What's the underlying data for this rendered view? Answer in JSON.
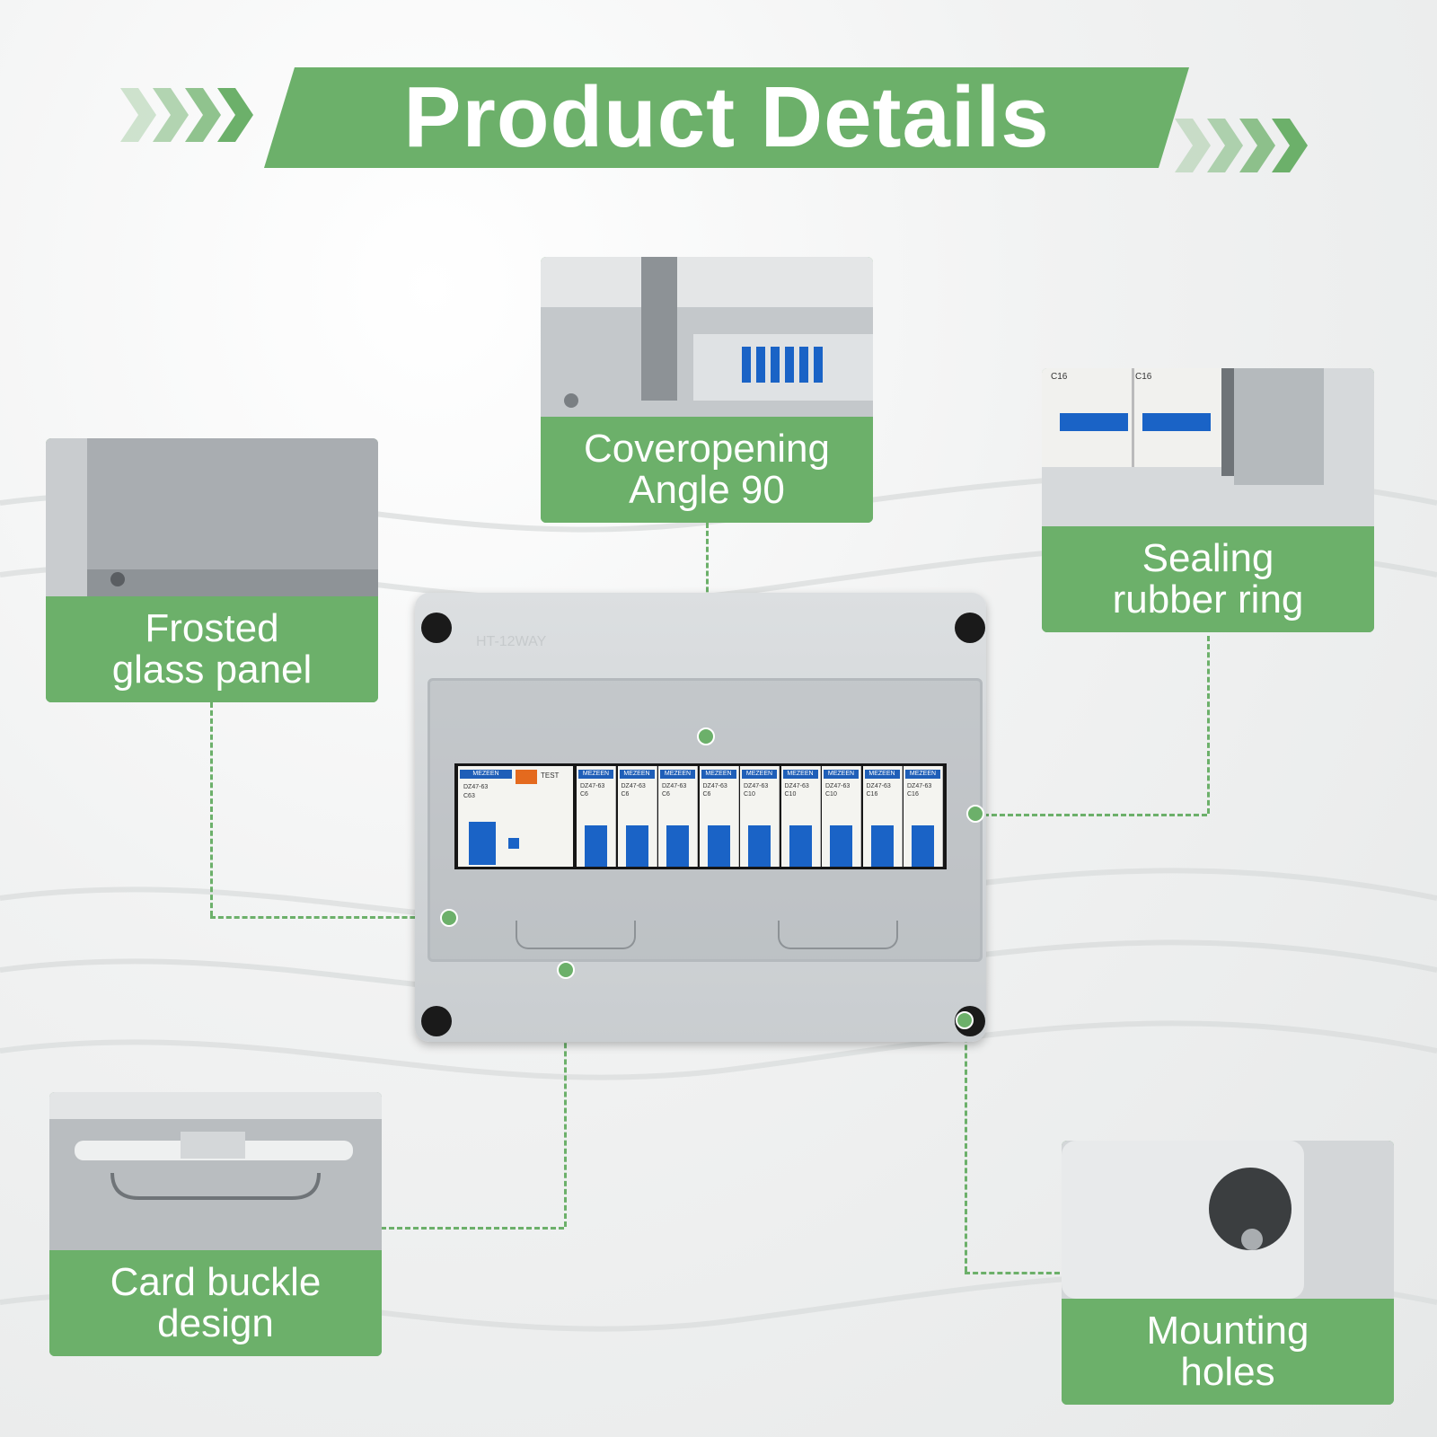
{
  "banner": {
    "title": "Product Details",
    "color": "#6cb06a"
  },
  "box": {
    "brand": "HT-12WAY",
    "breakers": [
      {
        "brand": "MEZEEN",
        "model": "DZ47-63",
        "rating": "C6"
      },
      {
        "brand": "MEZEEN",
        "model": "DZ47-63",
        "rating": "C6"
      },
      {
        "brand": "MEZEEN",
        "model": "DZ47-63",
        "rating": "C6"
      },
      {
        "brand": "MEZEEN",
        "model": "DZ47-63",
        "rating": "C6"
      },
      {
        "brand": "MEZEEN",
        "model": "DZ47-63",
        "rating": "C10"
      },
      {
        "brand": "MEZEEN",
        "model": "DZ47-63",
        "rating": "C10"
      },
      {
        "brand": "MEZEEN",
        "model": "DZ47-63",
        "rating": "C10"
      },
      {
        "brand": "MEZEEN",
        "model": "DZ47-63",
        "rating": "C16"
      },
      {
        "brand": "MEZEEN",
        "model": "DZ47-63",
        "rating": "C16"
      }
    ],
    "rcbo": {
      "brand": "MEZEEN",
      "model": "DZ47-63",
      "rating": "C63",
      "test": "TEST"
    }
  },
  "callouts": {
    "frosted": {
      "line1": "Frosted",
      "line2": "glass panel"
    },
    "cover": {
      "line1": "Coveropening",
      "line2": "Angle 90"
    },
    "sealing": {
      "line1": "Sealing",
      "line2": "rubber ring"
    },
    "buckle": {
      "line1": "Card buckle",
      "line2": "design"
    },
    "mounting": {
      "line1": "Mounting",
      "line2": "holes"
    }
  },
  "colors": {
    "accent": "#6cb06a",
    "breaker_handle": "#1a63c6",
    "box_gray": "#d3d6d8"
  }
}
